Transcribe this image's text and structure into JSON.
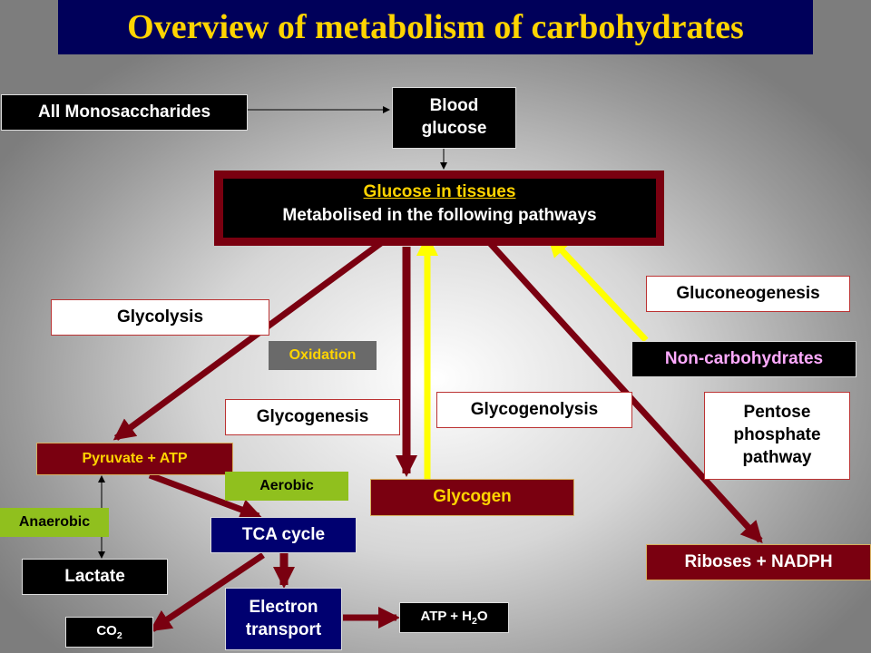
{
  "title": "Overview of metabolism of carbohydrates",
  "nodes": {
    "all_monosaccharides": "All Monosaccharides",
    "blood_glucose_line1": "Blood",
    "blood_glucose_line2": "glucose",
    "tissues_line1": "Glucose in tissues",
    "tissues_line2": "Metabolised in the following pathways",
    "glycolysis": "Glycolysis",
    "oxidation": "Oxidation",
    "glycogenesis": "Glycogenesis",
    "glycogenolysis": "Glycogenolysis",
    "gluconeogenesis": "Gluconeogenesis",
    "non_carbohydrates": "Non-carbohydrates",
    "pentose_line1": "Pentose",
    "pentose_line2": "phosphate",
    "pentose_line3": "pathway",
    "pyruvate": "Pyruvate + ATP",
    "aerobic": "Aerobic",
    "anaerobic": "Anaerobic",
    "glycogen": "Glycogen",
    "tca": "TCA cycle",
    "lactate": "Lactate",
    "riboses": "Riboses + NADPH",
    "electron_line1": "Electron",
    "electron_line2": "transport",
    "co2": "CO",
    "co2_sub": "2",
    "atp_h2o": "ATP + H",
    "atp_h2o_sub": "2",
    "atp_h2o_tail": "O"
  },
  "colors": {
    "title_bg": "#00005a",
    "title_text": "#ffd400",
    "dark_red": "#7a0010",
    "yellow_arrow": "#ffff00",
    "green_label": "#90c01e",
    "navy_box": "#000070",
    "pink_text": "#ffaaff"
  }
}
